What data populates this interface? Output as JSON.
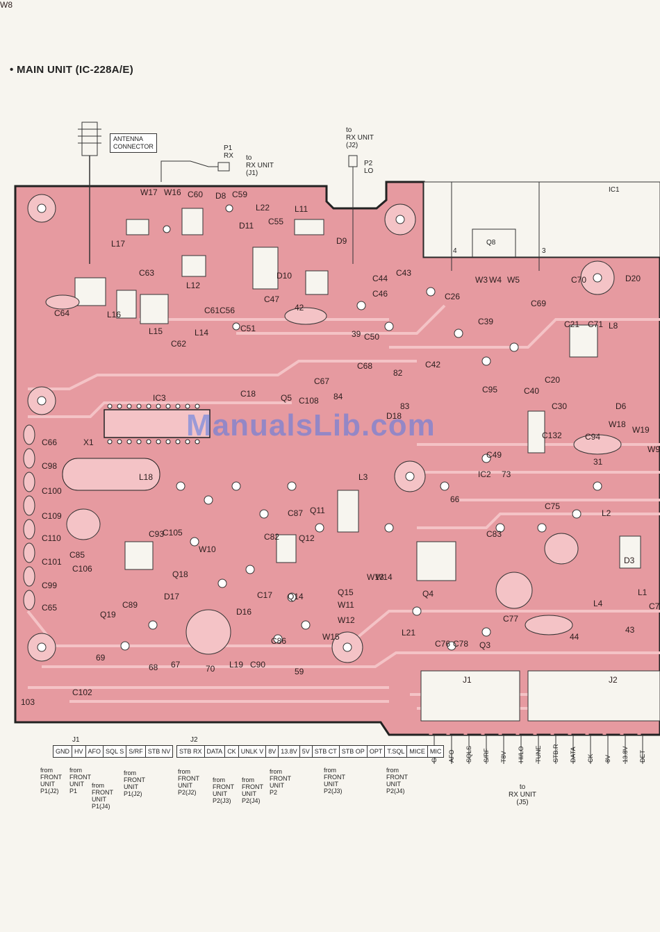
{
  "title": "• MAIN UNIT (IC-228A/E)",
  "watermark": "ManualsLib.com",
  "top_labels": {
    "antenna_connector": [
      "ANTENNA",
      "CONNECTOR"
    ],
    "p1": [
      "P1",
      "RX"
    ],
    "p1_to": [
      "to",
      "RX UNIT",
      "(J1)"
    ],
    "rx_to": [
      "to",
      "RX UNIT",
      "(J2)"
    ],
    "p2": [
      "P2",
      "LO"
    ],
    "ic1": "IC1",
    "q8": "Q8",
    "pin4": "4",
    "pin3": "3"
  },
  "board_labels": [
    "W17",
    "W16",
    "C60",
    "D8",
    "C59",
    "L17",
    "L11",
    "D11",
    "L22",
    "C55",
    "D9",
    "C63",
    "L12",
    "D10",
    "C43",
    "C44",
    "C46",
    "C64",
    "L16",
    "L15",
    "L14",
    "C62",
    "C61",
    "C56",
    "C51",
    "C47",
    "42",
    "39",
    "C50",
    "W3",
    "W4",
    "W5",
    "C26",
    "C39",
    "C69",
    "C70",
    "D20",
    "C21",
    "C71",
    "L8",
    "C67",
    "C68",
    "82",
    "84",
    "83",
    "D18",
    "C42",
    "C95",
    "C40",
    "C30",
    "C20",
    "D6",
    "W18",
    "W19",
    "IC3",
    "C18",
    "Q5",
    "C108",
    "C66",
    "C98",
    "X1",
    "C100",
    "C109",
    "C110",
    "C101",
    "C99",
    "C65",
    "C85",
    "C106",
    "Q18",
    "Q19",
    "D17",
    "C89",
    "69",
    "68",
    "67",
    "70",
    "L19",
    "D16",
    "C90",
    "C86",
    "C87",
    "Q12",
    "Q11",
    "C17",
    "Q14",
    "Q15",
    "W11",
    "W12",
    "W13",
    "W14",
    "W15",
    "59",
    "L18",
    "C93",
    "C105",
    "W10",
    "C82",
    "66",
    "Q4",
    "L21",
    "C76",
    "C78",
    "C77",
    "Q3",
    "44",
    "43",
    "C75",
    "L2",
    "D3",
    "L1",
    "C7",
    "C132",
    "C49",
    "IC2",
    "73",
    "C94",
    "31",
    "103",
    "C102",
    "C83",
    "L4",
    "L3",
    "W9",
    "W8"
  ],
  "connectors_board": {
    "j1": "J1",
    "j2": "J2",
    "j5_pins": [
      "GND",
      "AFO",
      "SQLS",
      "S/RF",
      "T8V",
      "HI/LO",
      "TUNE",
      "STB.R",
      "DATA",
      "CK",
      "8V",
      "13.8V",
      "DET"
    ],
    "j5_to": [
      "to",
      "RX UNIT",
      "(J5)"
    ]
  },
  "j1_table": {
    "name": "J1",
    "pins": [
      "GND",
      "HV",
      "AFO",
      "SQL S",
      "S/RF",
      "STB NV"
    ],
    "notes": [
      [
        "from",
        "FRONT",
        "UNIT",
        "P1(J2)"
      ],
      [
        "from",
        "FRONT",
        "UNIT",
        "P1"
      ],
      [
        "from",
        "FRONT",
        "UNIT",
        "P1(J4)"
      ],
      [
        "from",
        "FRONT",
        "UNIT",
        "P1(J2)"
      ]
    ]
  },
  "j2_table": {
    "name": "J2",
    "pins": [
      "STB RX",
      "DATA",
      "CK",
      "UNLK V",
      "8V",
      "13.8V",
      "5V",
      "STB CT",
      "STB OP",
      "OPT",
      "T.SQL",
      "MICE",
      "MIC"
    ],
    "notes": [
      [
        "from",
        "FRONT",
        "UNIT",
        "P2(J2)"
      ],
      [
        "from",
        "FRONT",
        "UNIT",
        "P2(J3)"
      ],
      [
        "from",
        "FRONT",
        "UNIT",
        "P2(J4)"
      ],
      [
        "from",
        "FRONT",
        "UNIT",
        "P2"
      ],
      [
        "from",
        "FRONT",
        "UNIT",
        "P2(J3)"
      ],
      [
        "from",
        "FRONT",
        "UNIT",
        "P2(J4)"
      ]
    ]
  },
  "colors": {
    "board": "#e69aa0",
    "board_edge": "#222222",
    "trace": "#f4c3c6",
    "pad": "#ffffff"
  }
}
